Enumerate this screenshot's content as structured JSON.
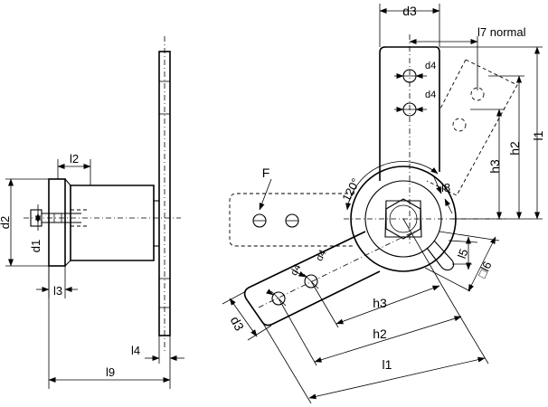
{
  "side_view": {
    "labels": {
      "l2": "l2",
      "d2": "d2",
      "d1": "d1",
      "l3": "l3",
      "l4": "l4",
      "l9": "l9"
    }
  },
  "front_view": {
    "labels": {
      "d3_top": "d3",
      "l7": "l7 normal",
      "d4_a": "d4",
      "d4_b": "d4",
      "h2_right": "h2",
      "h3_right": "h3",
      "l1_right": "l1",
      "F": "F",
      "angle": "120°",
      "l8": "l8",
      "l5": "l5",
      "l6": "□l6",
      "d4_c": "d4",
      "d4_d": "d4",
      "d3_bottom": "d3",
      "h3_bottom": "h3",
      "h2_bottom": "h2",
      "l1_bottom": "l1"
    }
  }
}
